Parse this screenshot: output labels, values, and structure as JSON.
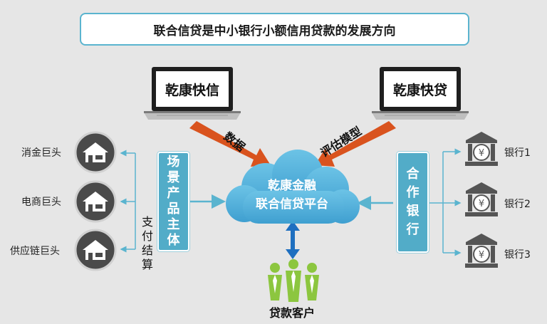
{
  "title": "联合信贷是中小银行小额信用贷款的发展方向",
  "laptops": {
    "left": "乾康快信",
    "right": "乾康快贷"
  },
  "arrows": {
    "left_label": "数据",
    "right_label": "评估模型"
  },
  "cloud": {
    "line1": "乾康金融",
    "line2": "联合信贷平台"
  },
  "left_box": {
    "chars": [
      "场",
      "景",
      "产",
      "品",
      "主",
      "体"
    ]
  },
  "right_box": {
    "chars": [
      "合",
      "作",
      "银",
      "行"
    ]
  },
  "payment_label": {
    "chars": [
      "支",
      "付",
      "结",
      "算"
    ]
  },
  "customers": "贷款客户",
  "left_entities": [
    {
      "label": "消金巨头",
      "icon": "house-icon"
    },
    {
      "label": "电商巨头",
      "icon": "house-icon"
    },
    {
      "label": "供应链巨头",
      "icon": "house-icon"
    }
  ],
  "banks": [
    {
      "label": "银行1",
      "icon": "bank-icon"
    },
    {
      "label": "银行2",
      "icon": "bank-icon"
    },
    {
      "label": "银行3",
      "icon": "bank-icon"
    }
  ],
  "colors": {
    "background": "#e6e6e6",
    "accent_blue": "#52acc8",
    "arrow_orange": "#d9531e",
    "people_green": "#8cc63f",
    "icon_dark": "#4a4a4a",
    "cloud_blue": "#56b3da"
  }
}
